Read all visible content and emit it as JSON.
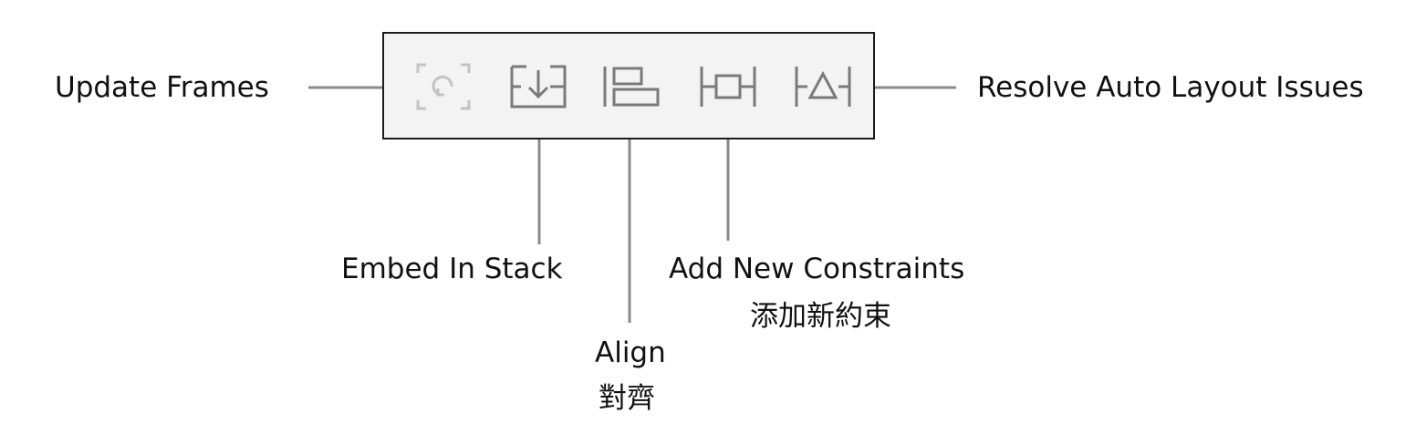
{
  "toolbar": {
    "background": "#f3f3f3",
    "border": "#1c1c1c",
    "icon_color": "#7a7a7a",
    "disabled_icon_color": "#c3c3c3",
    "buttons": [
      {
        "icon": "update-frames-icon",
        "label": "Update Frames",
        "enabled": false
      },
      {
        "icon": "embed-in-stack-icon",
        "label": "Embed In Stack",
        "enabled": true
      },
      {
        "icon": "align-icon",
        "label": "Align",
        "label_zh": "對齊",
        "enabled": true
      },
      {
        "icon": "add-new-constraints-icon",
        "label": "Add New Constraints",
        "label_zh": "添加新約束",
        "enabled": true
      },
      {
        "icon": "resolve-auto-layout-issues-icon",
        "label": "Resolve Auto Layout Issues",
        "enabled": true
      }
    ]
  },
  "leader_color": "#8a8a8a"
}
